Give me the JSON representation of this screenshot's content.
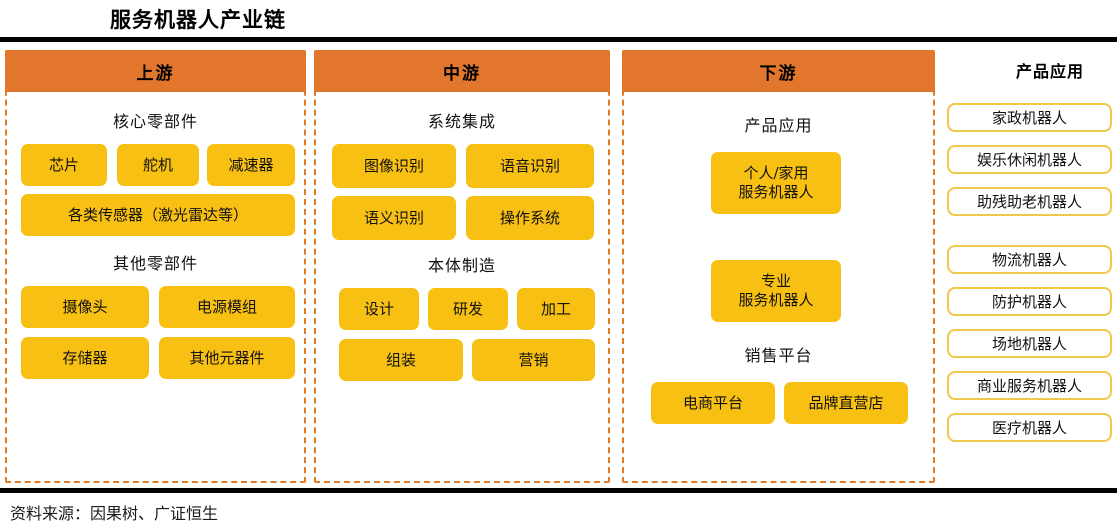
{
  "title": "服务机器人产业链",
  "source_note": "资料来源：因果树、广证恒生",
  "colors": {
    "header_orange": "#E2762C",
    "pill_yellow": "#F8C013",
    "dashed_border": "#E07B24",
    "app_border": "#F0C84A",
    "rule_black": "#000000"
  },
  "columns": [
    {
      "header": "上游",
      "sections": [
        {
          "label": "核心零部件",
          "rows": [
            [
              "芯片",
              "舵机",
              "减速器"
            ],
            [
              "各类传感器（激光雷达等）"
            ]
          ]
        },
        {
          "label": "其他零部件",
          "rows": [
            [
              "摄像头",
              "电源模组"
            ],
            [
              "存储器",
              "其他元器件"
            ]
          ]
        }
      ]
    },
    {
      "header": "中游",
      "sections": [
        {
          "label": "系统集成",
          "rows": [
            [
              "图像识别",
              "语音识别"
            ],
            [
              "语义识别",
              "操作系统"
            ]
          ]
        },
        {
          "label": "本体制造",
          "rows": [
            [
              "设计",
              "研发",
              "加工"
            ],
            [
              "组装",
              "营销"
            ]
          ]
        }
      ]
    },
    {
      "header": "下游",
      "sections": [
        {
          "label": "产品应用",
          "rows": [
            [
              "个人/家用\n服务机器人"
            ],
            [
              "专业\n服务机器人"
            ]
          ]
        },
        {
          "label": "销售平台",
          "rows": [
            [
              "电商平台",
              "品牌直营店"
            ]
          ]
        }
      ]
    }
  ],
  "applications": {
    "title": "产品应用",
    "groups": [
      [
        "家政机器人",
        "娱乐休闲机器人",
        "助残助老机器人"
      ],
      [
        "物流机器人",
        "防护机器人",
        "场地机器人",
        "商业服务机器人",
        "医疗机器人"
      ]
    ]
  }
}
